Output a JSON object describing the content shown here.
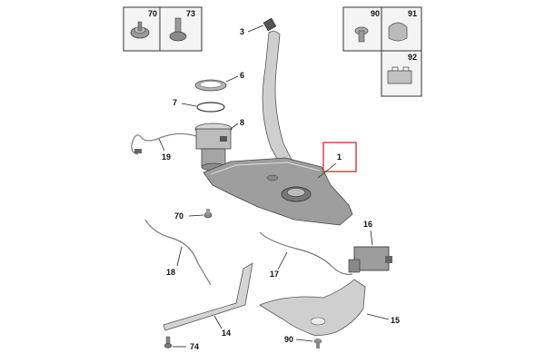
{
  "callouts": {
    "c1": "1",
    "c3": "3",
    "c6": "6",
    "c7": "7",
    "c8": "8",
    "c14": "14",
    "c15": "15",
    "c16": "16",
    "c17": "17",
    "c18": "18",
    "c19": "19",
    "c70a": "70",
    "c70b": "70",
    "c73": "73",
    "c74": "74",
    "c90a": "90",
    "c90b": "90",
    "c91": "91",
    "c92": "92"
  },
  "colors": {
    "highlight_box": "#d9262c",
    "part_fill": "#cfcfcf",
    "tank_fill": "#a9a9a9"
  }
}
